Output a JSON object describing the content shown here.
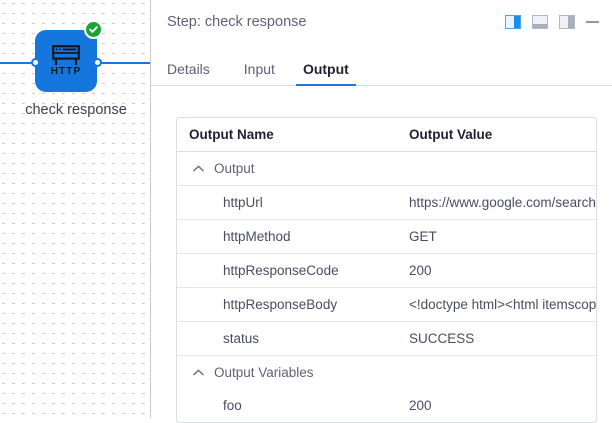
{
  "canvas": {
    "node": {
      "type_label": "HTTP",
      "caption": "check response",
      "icon": "http-browser-icon",
      "status": "success",
      "status_icon": "check-circle-icon",
      "color": "#1576de",
      "status_color": "#19a437",
      "edge_color": "#1a73e8"
    }
  },
  "panel": {
    "title": "Step: check response",
    "actions": [
      {
        "name": "layout-split-view",
        "icon": "layout-split-icon",
        "selected": true
      },
      {
        "name": "layout-bottom-view",
        "icon": "layout-bottom-icon",
        "selected": false
      },
      {
        "name": "layout-right-view",
        "icon": "layout-right-icon",
        "selected": false
      },
      {
        "name": "minimize-panel",
        "icon": "minimize-icon",
        "selected": false
      }
    ],
    "tabs": [
      {
        "label": "Details",
        "active": false
      },
      {
        "label": "Input",
        "active": false
      },
      {
        "label": "Output",
        "active": true
      }
    ],
    "accent_color": "#1a73e8"
  },
  "table": {
    "headers": {
      "name": "Output Name",
      "value": "Output Value"
    },
    "groups": [
      {
        "label": "Output",
        "expanded": true,
        "rows": [
          {
            "name": "httpUrl",
            "value": "https://www.google.com/search?q="
          },
          {
            "name": "httpMethod",
            "value": "GET"
          },
          {
            "name": "httpResponseCode",
            "value": "200"
          },
          {
            "name": "httpResponseBody",
            "value": "<!doctype html><html itemscope='"
          },
          {
            "name": "status",
            "value": "SUCCESS"
          }
        ]
      },
      {
        "label": "Output Variables",
        "expanded": true,
        "rows": [
          {
            "name": "foo",
            "value": "200"
          }
        ]
      }
    ]
  }
}
